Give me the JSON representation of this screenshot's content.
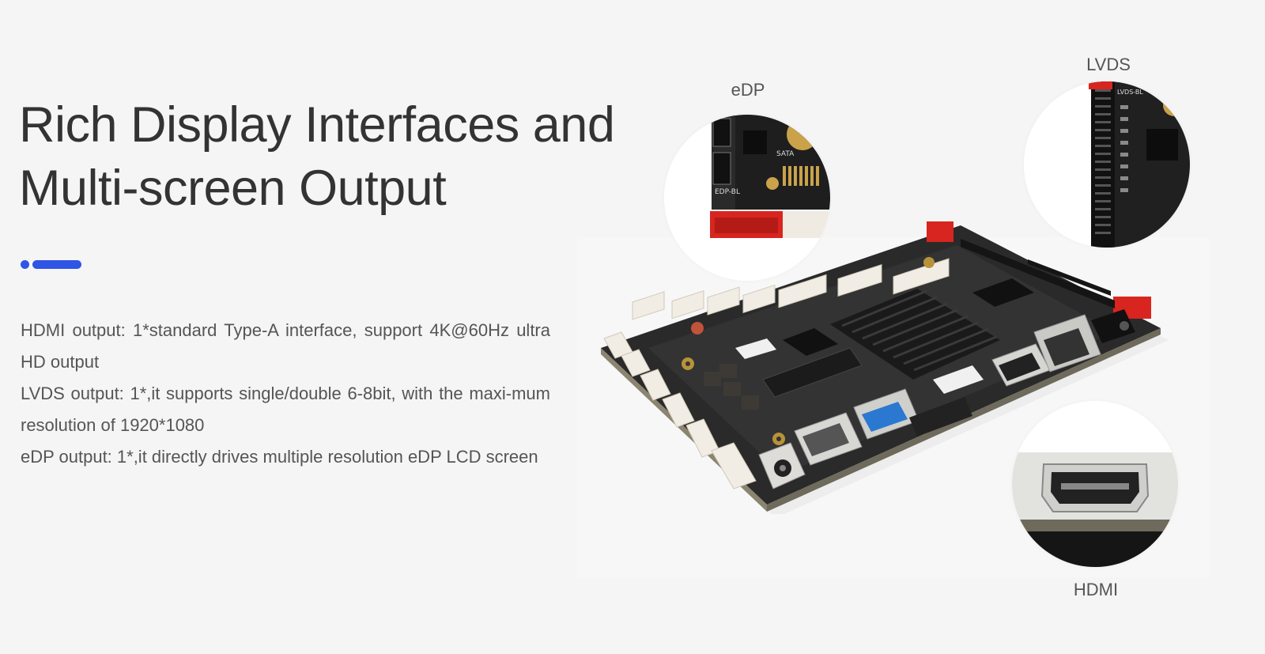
{
  "title": {
    "line1": "Rich Display Interfaces and",
    "line2": "Multi-screen Output"
  },
  "accent_color": "#2f55e6",
  "description": [
    "HDMI output: 1*standard Type-A interface, support 4K@60Hz ultra HD output",
    "LVDS output: 1*,it supports single/double 6-8bit, with the maxi-mum resolution of 1920*1080",
    "eDP output: 1*,it directly drives multiple resolution eDP LCD screen"
  ],
  "callouts": {
    "edp": "eDP",
    "lvds": "LVDS",
    "hdmi": "HDMI"
  },
  "board_silkscreen": {
    "sata": "SATA",
    "edp_bl": "EDP-BL",
    "lvds_bl": "LVDS-BL"
  }
}
